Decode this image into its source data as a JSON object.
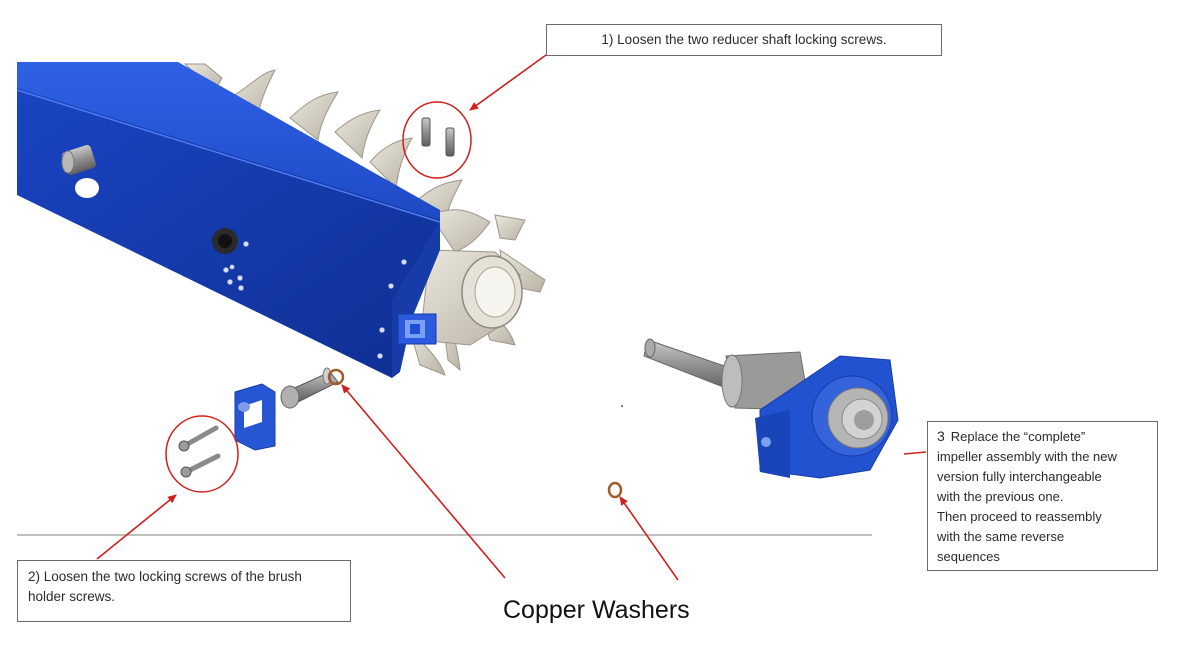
{
  "callouts": {
    "step1": "1)    Loosen the two reducer shaft locking screws.",
    "step2": "2) Loosen the two locking screws of the brush holder screws.",
    "step3_number": "3",
    "step3_lines": [
      "Replace the “complete”",
      "impeller assembly with the new",
      "version fully interchangeable",
      "with the previous one.",
      "Then proceed to reassembly",
      "with the same reverse",
      "sequences"
    ]
  },
  "label": "Copper Washers",
  "colors": {
    "frame_blue": "#1f4fd6",
    "frame_blue_dark": "#1235a0",
    "impeller": "#d7d2c6",
    "annotation_red": "#d21e1e",
    "washer": "#a05a2c",
    "steel": "#8e8e8e"
  }
}
